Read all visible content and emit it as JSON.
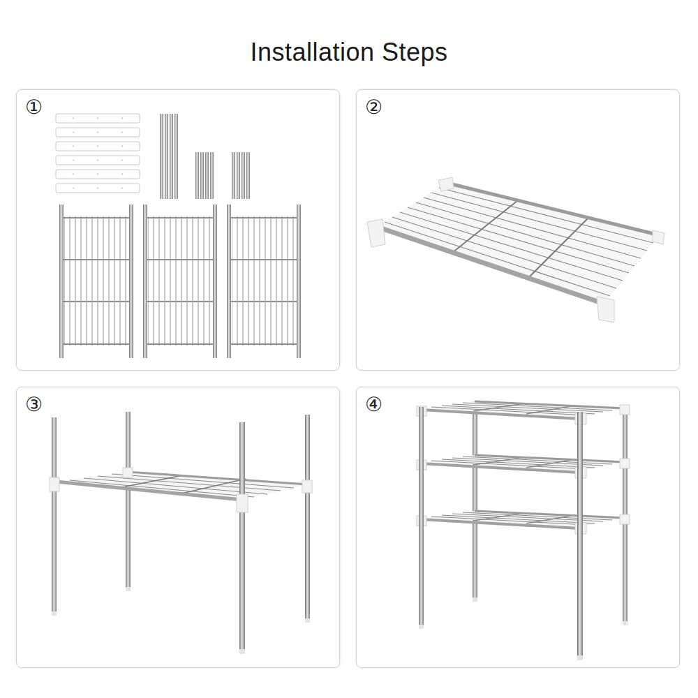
{
  "diagram": {
    "title": "Installation Steps",
    "nodes": [
      {
        "text": [
          "①"
        ]
      },
      {
        "text": [
          "②"
        ]
      },
      {
        "text": [
          "③"
        ]
      },
      {
        "text": [
          "④"
        ]
      }
    ]
  }
}
